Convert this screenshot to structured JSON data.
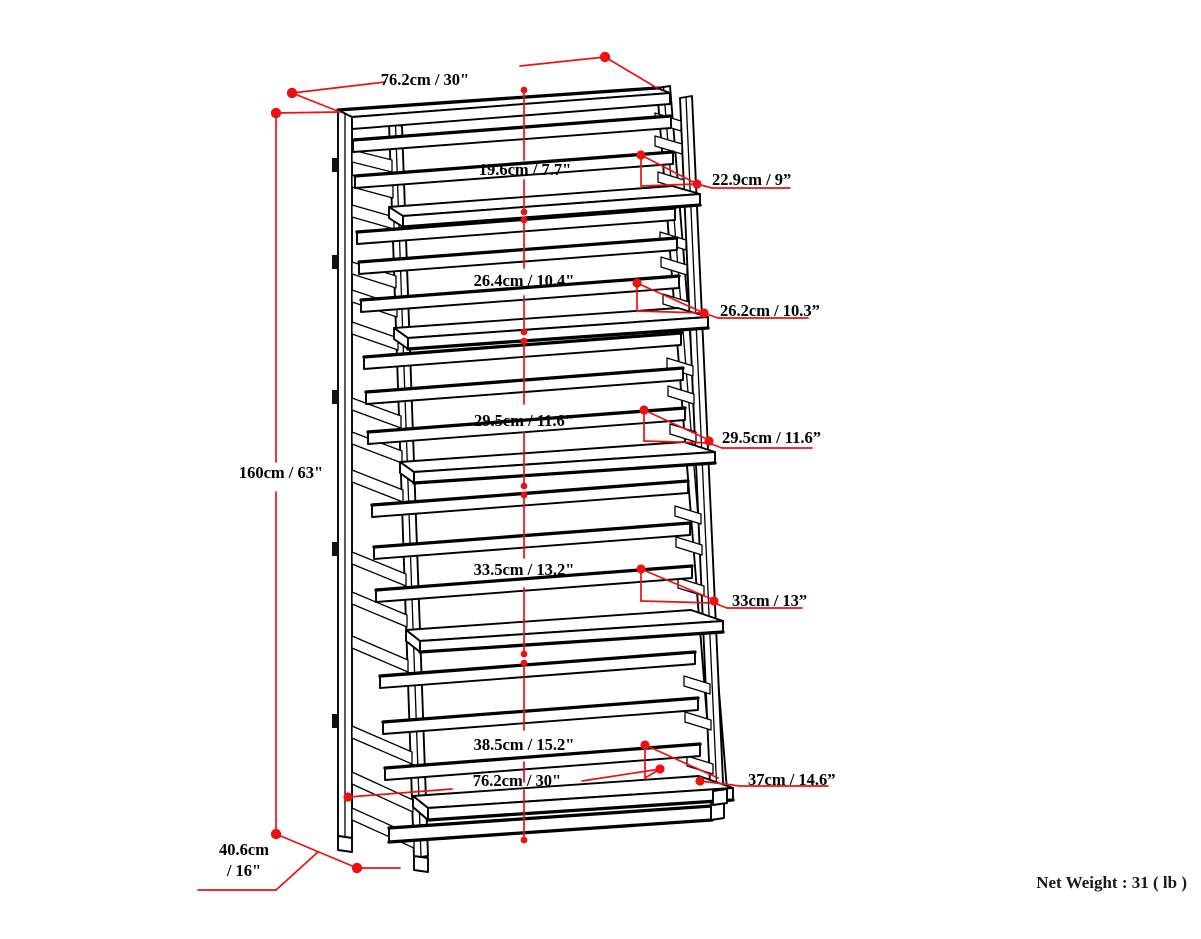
{
  "diagram": {
    "title": "Ladder Shelf Bookcase Dimension Diagram",
    "product_type": "5-tier leaning ladder shelf bookcase",
    "view": "isometric perspective line drawing",
    "line_color": "#000000",
    "annotation_color": "#ee1111",
    "background_color": "#ffffff"
  },
  "dimensions": {
    "overall_width_top": "76.2cm / 30\"",
    "overall_width_bottom": "76.2cm / 30\"",
    "overall_height": "160cm / 63\"",
    "overall_depth": "40.6cm\n/ 16\"",
    "overall_depth_line1": "40.6cm",
    "overall_depth_line2": "/ 16\"",
    "shelf_clearances_center": [
      "19.6cm / 7.7\"",
      "26.4cm / 10.4\"",
      "29.5cm / 11.6\"",
      "33.5cm / 13.2\"",
      "38.5cm / 15.2\""
    ],
    "shelf_depths_right": [
      "22.9cm / 9”",
      "26.2cm / 10.3”",
      "29.5cm / 11.6”",
      "33cm / 13”",
      "37cm / 14.6”"
    ]
  },
  "labels": {
    "width_top": "76.2cm / 30\"",
    "clearance_1": "19.6cm / 7.7\"",
    "depth_1": "22.9cm / 9”",
    "clearance_2": "26.4cm / 10.4\"",
    "depth_2": "26.2cm / 10.3”",
    "clearance_3": "29.5cm / 11.6\"",
    "depth_3": "29.5cm / 11.6”",
    "height": "160cm / 63\"",
    "clearance_4": "33.5cm / 13.2\"",
    "depth_4": "33cm / 13”",
    "clearance_5": "38.5cm / 15.2\"",
    "depth_5": "37cm / 14.6”",
    "width_bottom": "76.2cm / 30\"",
    "depth_bottom_line1": "40.6cm",
    "depth_bottom_line2": "/ 16\""
  },
  "footer": {
    "net_weight": "Net Weight : 31 ( lb )"
  }
}
